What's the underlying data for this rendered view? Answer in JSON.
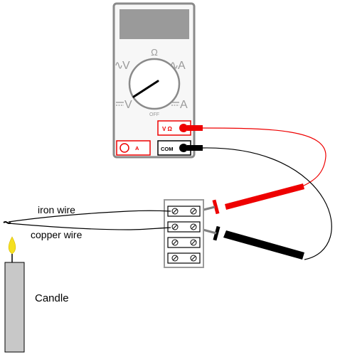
{
  "labels": {
    "iron_wire": "iron wire",
    "copper_wire": "copper wire",
    "candle": "Candle"
  },
  "meter": {
    "ohm_symbol": "Ω",
    "ac_voltage_symbol": "V",
    "ac_current_symbol": "A",
    "dc_voltage_symbol": "V",
    "dc_current_symbol": "A",
    "off_label": "OFF",
    "jack_vohm_label": "V Ω",
    "jack_com_label": "COM",
    "jack_a_label": "A"
  },
  "colors": {
    "meter_body": "#f7f7f7",
    "meter_border": "#8a8a8a",
    "display": "#9a9a9a",
    "red_lead": "#ee0000",
    "black_lead": "#000000",
    "candle_body": "#c8c8c8",
    "flame": "#f5e020"
  }
}
